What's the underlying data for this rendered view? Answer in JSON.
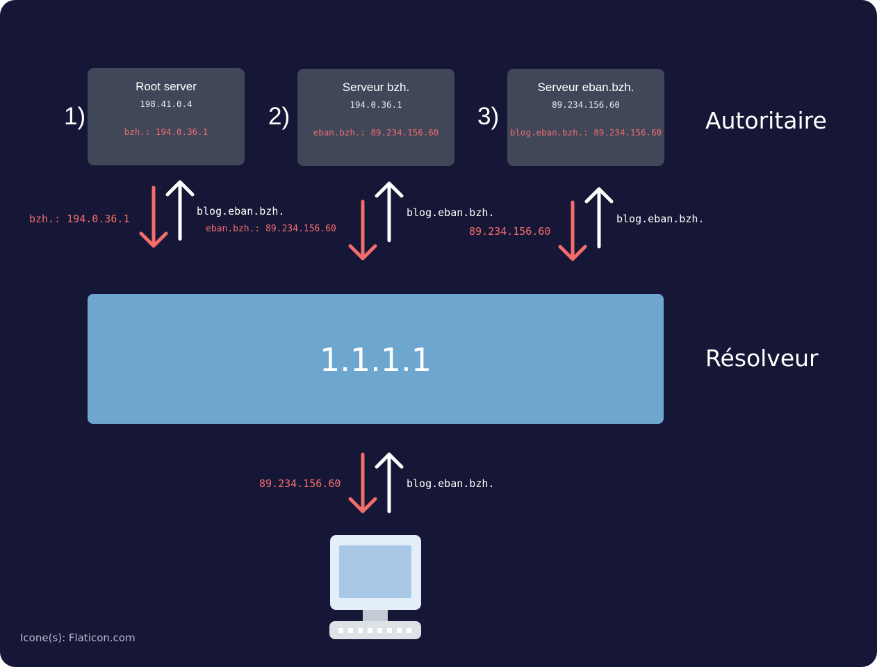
{
  "servers": [
    {
      "step": "1)",
      "name": "Root server",
      "ip": "198.41.0.4",
      "record": "bzh.: 194.0.36.1"
    },
    {
      "step": "2)",
      "name": "Serveur bzh.",
      "ip": "194.0.36.1",
      "record": "eban.bzh.: 89.234.156.60"
    },
    {
      "step": "3)",
      "name": "Serveur eban.bzh.",
      "ip": "89.234.156.60",
      "record": "blog.eban.bzh.: 89.234.156.60"
    }
  ],
  "roles": {
    "authoritative": "Autoritaire",
    "resolver": "Résolveur"
  },
  "resolver": {
    "label": "1.1.1.1"
  },
  "exchanges": [
    {
      "query": "blog.eban.bzh.",
      "answer": "bzh.: 194.0.36.1"
    },
    {
      "query": "blog.eban.bzh.",
      "answer": "eban.bzh.: 89.234.156.60"
    },
    {
      "query": "blog.eban.bzh.",
      "answer": "89.234.156.60"
    }
  ],
  "client_exchange": {
    "query": "blog.eban.bzh.",
    "answer": "89.234.156.60"
  },
  "credit": "Icone(s): Flaticon.com",
  "colors": {
    "background": "#161736",
    "server_box": "#404759",
    "resolver_box": "#6da6cf",
    "answer": "#f46d6d",
    "query": "#ffffff"
  },
  "icons": {
    "client": "computer-monitor-icon"
  }
}
